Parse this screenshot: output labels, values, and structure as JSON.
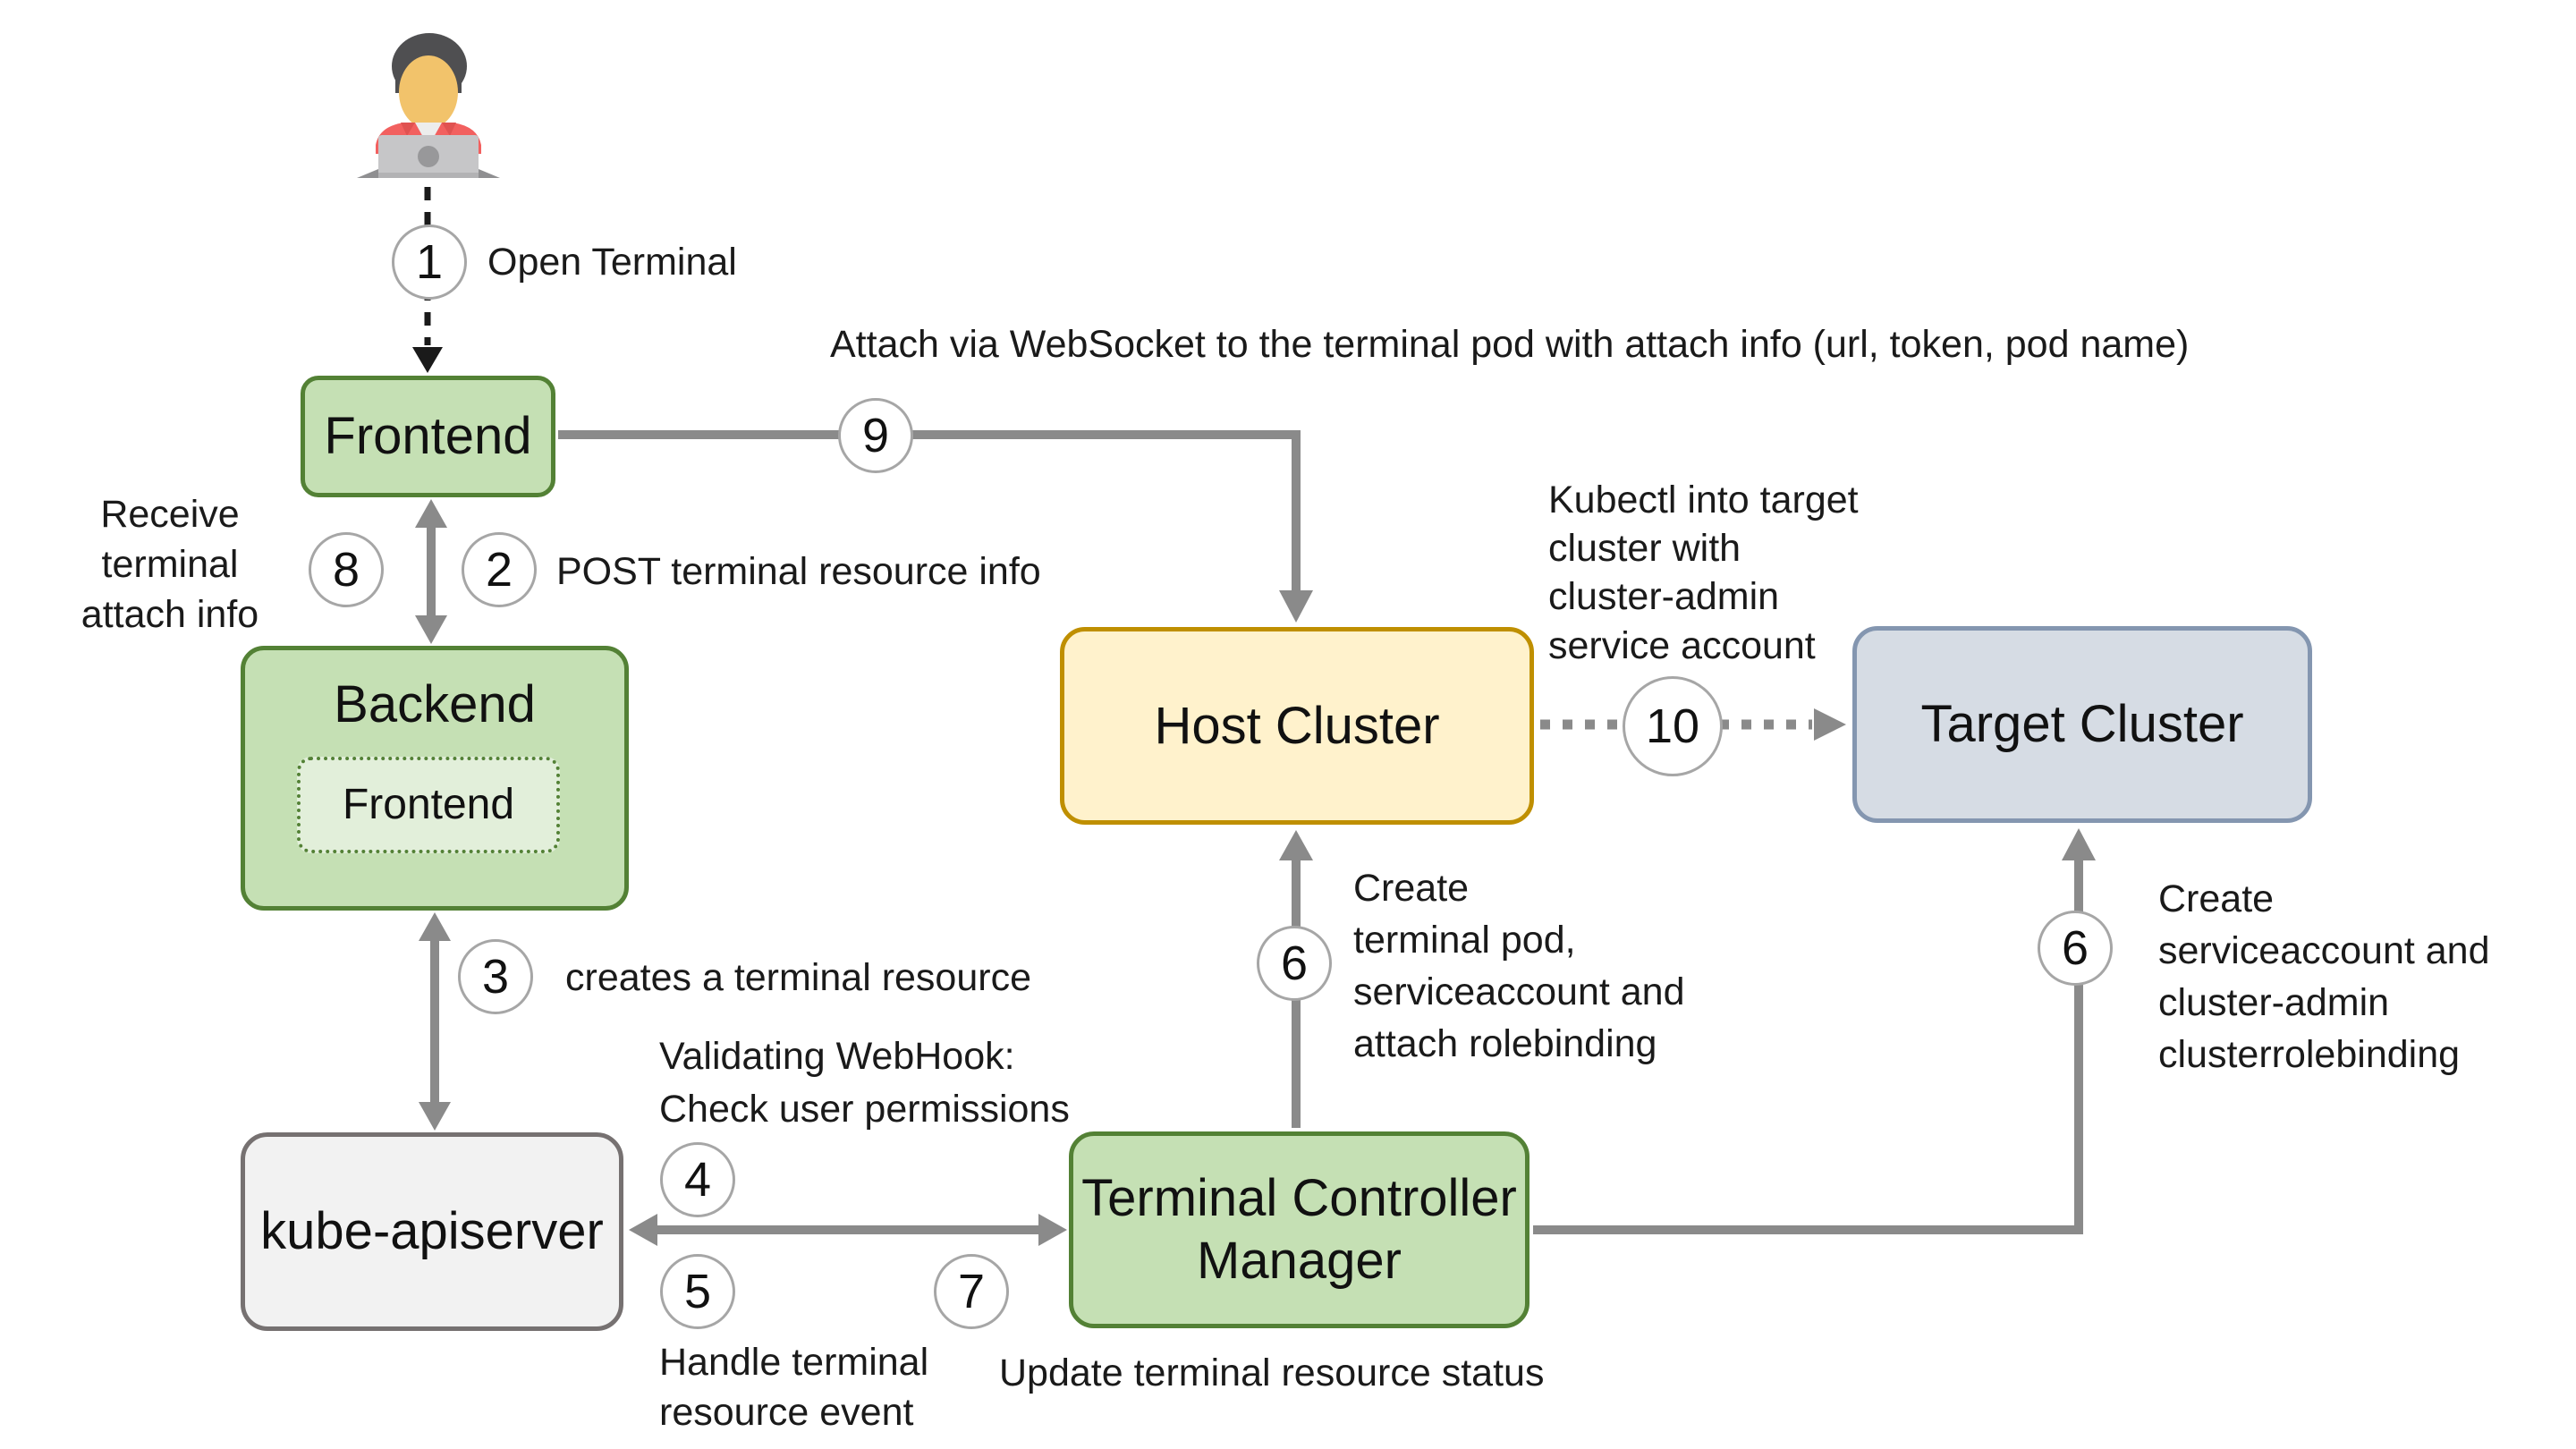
{
  "diagram": {
    "nodes": {
      "frontend": {
        "label": "Frontend"
      },
      "backend": {
        "label": "Backend"
      },
      "backend_inner_frontend": {
        "label": "Frontend"
      },
      "kube_apiserver": {
        "label": "kube-apiserver"
      },
      "terminal_controller_manager": {
        "label": "Terminal Controller\nManager"
      },
      "host_cluster": {
        "label": "Host Cluster"
      },
      "target_cluster": {
        "label": "Target Cluster"
      }
    },
    "badges": {
      "b1": "1",
      "b2": "2",
      "b3": "3",
      "b4": "4",
      "b5": "5",
      "b6_host": "6",
      "b6_target": "6",
      "b7": "7",
      "b8": "8",
      "b9": "9",
      "b10": "10"
    },
    "labels": {
      "open_terminal": "Open Terminal",
      "attach_websocket": "Attach via WebSocket to the terminal pod with attach info (url, token, pod name)",
      "receive_attach_info": "Receive\nterminal\nattach info",
      "post_terminal_info": "POST terminal resource info",
      "creates_terminal_resource": "creates a terminal resource",
      "validating_webhook": "Validating WebHook:\nCheck user permissions",
      "handle_terminal_event": "Handle terminal\nresource event",
      "update_terminal_status": "Update terminal resource status",
      "create_terminal_pod": "Create\nterminal pod,\nserviceaccount and\nattach rolebinding",
      "create_serviceaccount": "Create\nserviceaccount and\ncluster-admin\nclusterrolebinding",
      "kubectl_into_target": "Kubectl into target\ncluster with\ncluster-admin\nservice account"
    },
    "icons": {
      "user": "user-at-laptop-icon"
    },
    "colors": {
      "node_green_fill": "#c5e0b4",
      "node_green_border": "#538135",
      "node_inner_fill": "#e2efda",
      "node_yellow_fill": "#fff2cc",
      "node_yellow_border": "#bf8f00",
      "node_blue_fill": "#d6dce4",
      "node_blue_border": "#8496b0",
      "node_gray_fill": "#f2f2f2",
      "node_gray_border": "#767171",
      "arrow_gray": "#8a8a8a",
      "arrow_black": "#1a1a1a",
      "badge_border": "#a6a6a6",
      "user_shirt": "#f2605f",
      "user_skin": "#f2c36b",
      "user_hair": "#4f4f51",
      "laptop": "#c6c6c8"
    }
  }
}
